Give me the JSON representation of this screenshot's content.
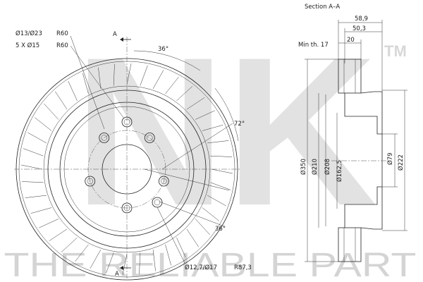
{
  "watermark": {
    "logo_text": "NK",
    "trademark": "TM",
    "slogan": "THE RELIABLE PART"
  },
  "front_view": {
    "callouts": {
      "bolt_hole": "Ø13/Ø23",
      "bolt_count": "5 X Ø15",
      "radius_top_1": "R60",
      "radius_top_2": "R60",
      "section_marker_top": "A",
      "section_marker_bottom": "A",
      "angle_top": "36°",
      "angle_right": "72°",
      "angle_bottom": "36°",
      "locating_hole": "Ø12,7/Ø17",
      "pitch_radius": "R87,3"
    }
  },
  "section_view": {
    "title": "Section A–A",
    "min_thickness": "Min th. 17",
    "widths": {
      "total": "58,9",
      "hub": "50,3",
      "friction_ring": "20"
    },
    "diameters": {
      "outer": "Ø350",
      "friction_inner": "Ø210",
      "hat": "Ø208",
      "centre_bore_outer": "Ø162,5",
      "centre_bore": "Ø79",
      "hub_outer": "Ø222"
    }
  },
  "colors": {
    "line": "#222222",
    "watermark": "#dcdcdc"
  }
}
